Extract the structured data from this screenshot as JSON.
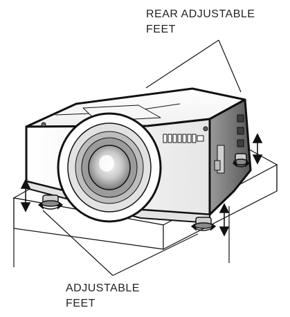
{
  "labels": {
    "rear_line1": "REAR ADJUSTABLE",
    "rear_line2": "FEET",
    "front_line1": "ADJUSTABLE",
    "front_line2": "FEET"
  },
  "colors": {
    "line": "#111111",
    "surface": "#ffffff",
    "body_light": "#f2f2f2",
    "body_mid": "#d9d9d9",
    "body_dark": "#8c8c8c"
  },
  "icons": [
    "projector-illustration",
    "height-adjust-arrow-icon",
    "adjustable-foot-icon"
  ]
}
